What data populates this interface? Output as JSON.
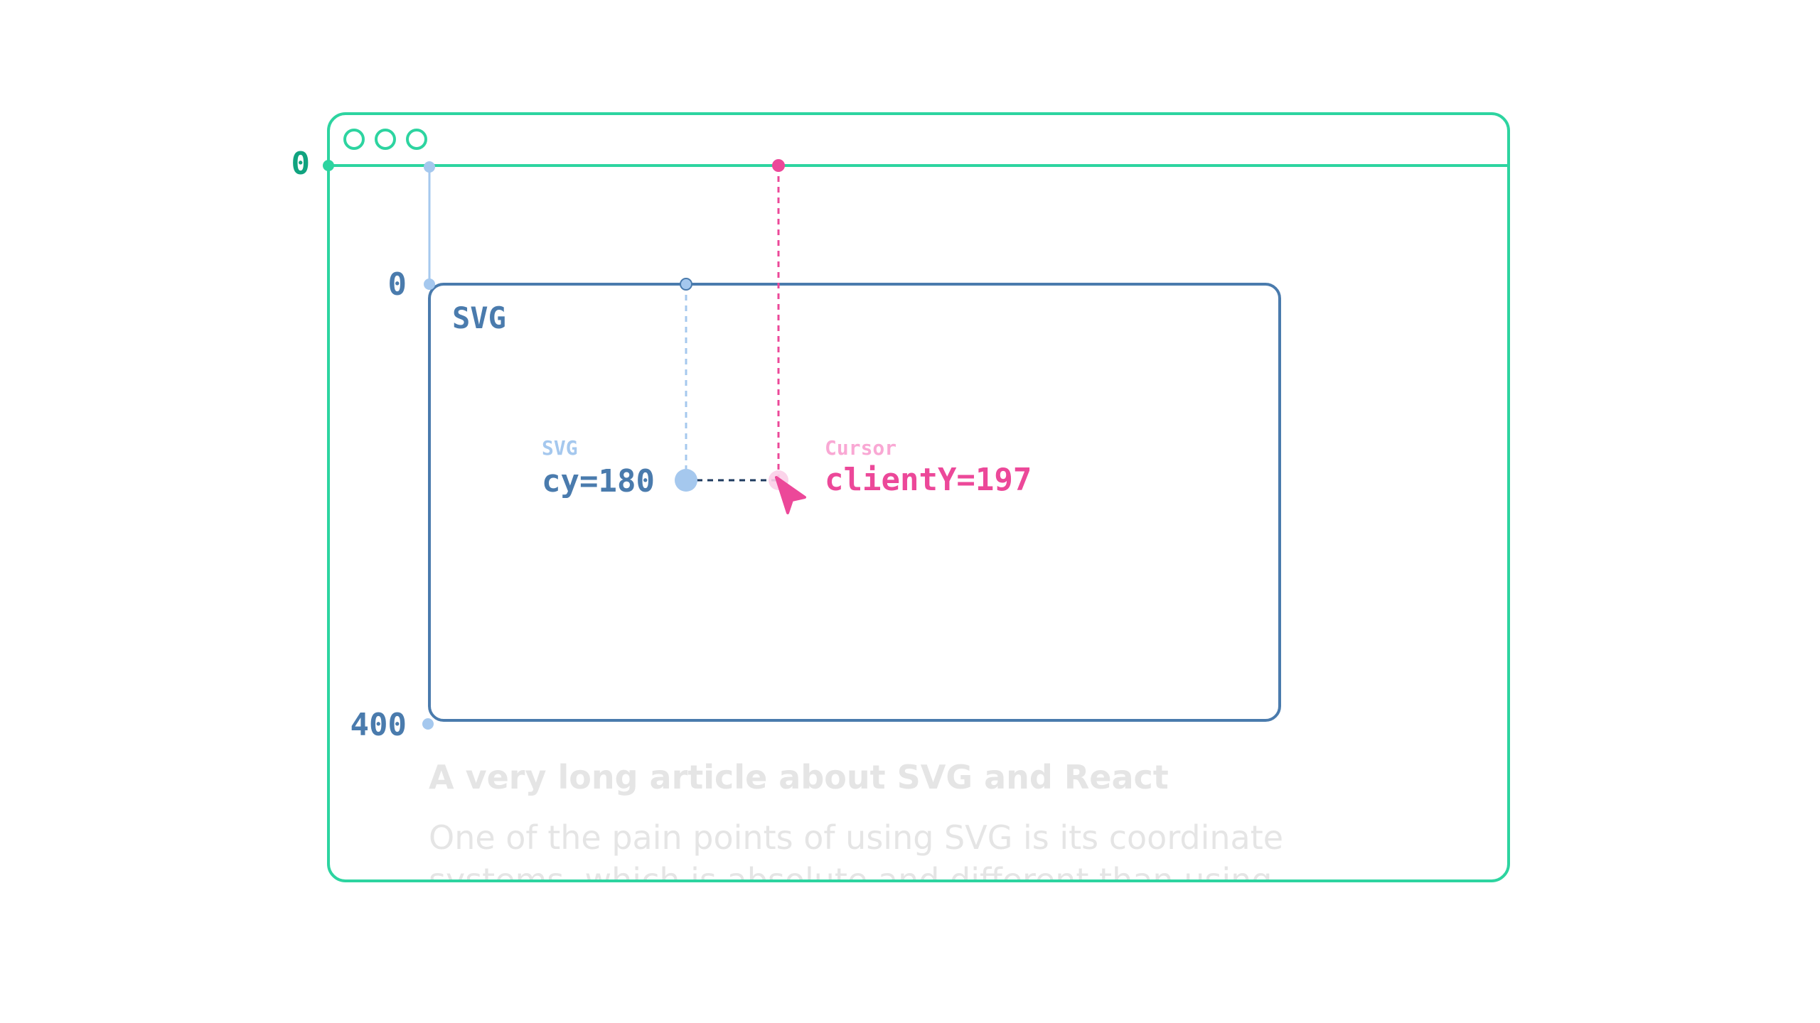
{
  "labels": {
    "browser_origin": "0",
    "svg_origin": "0",
    "svg_bottom": "400",
    "svg_title": "SVG",
    "svg_caption": "SVG",
    "svg_value": "cy=180",
    "cursor_caption": "Cursor",
    "cursor_value": "clientY=197"
  },
  "article": {
    "title": "A very long article about SVG and React",
    "line1": "One of the pain  points of using SVG is its coordinate",
    "line2": "systems, which is absolute and different than using"
  },
  "colors": {
    "browser": "#2dd4a0",
    "browser_label": "#10a37f",
    "svg": "#4a7bad",
    "svg_light": "#a5c8ee",
    "cursor": "#ec4899",
    "cursor_light": "#f9a8d4",
    "faded_text": "#e5e5e5"
  }
}
